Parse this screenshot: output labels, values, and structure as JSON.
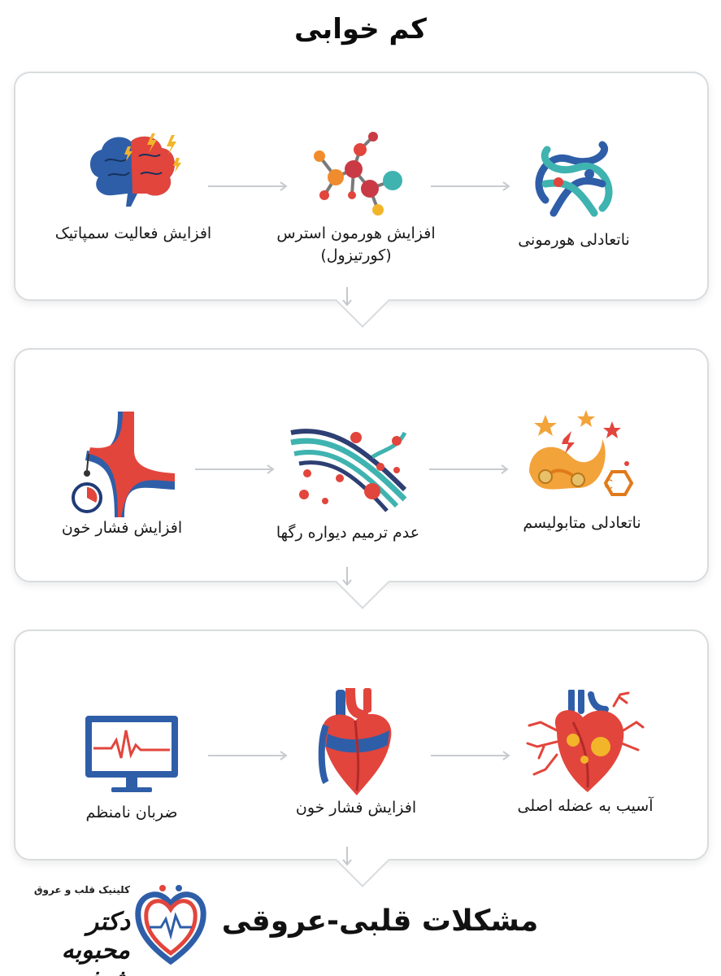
{
  "title": "کم خوابی",
  "rows": [
    {
      "steps": [
        {
          "label": "افزایش فعالیت سمپاتیک",
          "icon": "brain-icon"
        },
        {
          "label": "افزایش هورمون استرس (کورتیزول)",
          "icon": "molecule-icon"
        },
        {
          "label": "ناتعادلی هورمونی",
          "icon": "hormone-knot-icon"
        }
      ]
    },
    {
      "steps": [
        {
          "label": "افزایش فشار خون",
          "icon": "blood-vessel-gauge-icon"
        },
        {
          "label": "عدم ترمیم دیواره رگها",
          "icon": "vessel-wall-icon"
        },
        {
          "label": "ناتعادلی متابولیسم",
          "icon": "metabolism-icon"
        }
      ]
    },
    {
      "steps": [
        {
          "label": "ضربان نامنظم",
          "icon": "ecg-monitor-icon"
        },
        {
          "label": "افزایش فشار خون",
          "icon": "heart-icon"
        },
        {
          "label": "آسیب به عضله اصلی",
          "icon": "damaged-heart-icon"
        }
      ]
    }
  ],
  "conclusion": "مشکلات قلبی-عروقی",
  "brand": {
    "clinic": "کلینیک قلب و عروق",
    "doctor": "دکتر محبوبه شیخ",
    "logo_icon": "heart-pulse-logo-icon"
  },
  "colors": {
    "red": "#e2453c",
    "blue": "#2f5ea8",
    "teal": "#3fb3b0",
    "orange": "#f2a33a",
    "panel_border": "#d9dcdf"
  }
}
